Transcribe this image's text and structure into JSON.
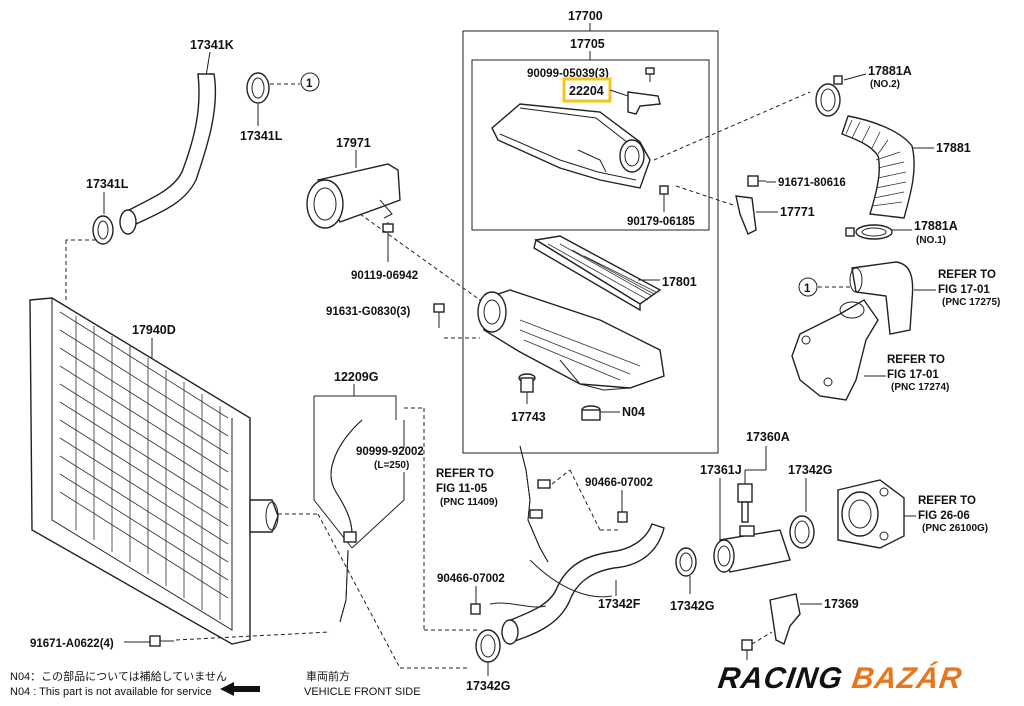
{
  "labels": {
    "p17700": "17700",
    "p17705": "17705",
    "p90099a": "90099-05039(3)",
    "p22204": "22204",
    "p17881A_1": "17881A",
    "no2": "(NO.2)",
    "p17881": "17881",
    "p91671_80616": "91671-80616",
    "p17771": "17771",
    "p90179": "90179-06185",
    "p17881A_2": "17881A",
    "no1": "(NO.1)",
    "p17801": "17801",
    "p17743": "17743",
    "n04": "N04",
    "p17341K": "17341K",
    "p17341L_1": "17341L",
    "p17341L_2": "17341L",
    "p17971": "17971",
    "p90119": "90119-06942",
    "p91631": "91631-G0830(3)",
    "p17940D": "17940D",
    "p12209G": "12209G",
    "p90999_92002": "90999-92002",
    "l250": "(L=250)",
    "p90466_1": "90466-07002",
    "p90466_2": "90466-07002",
    "p17342F": "17342F",
    "p17342G_1": "17342G",
    "p17342G_2": "17342G",
    "p17342G_3": "17342G",
    "p17360A": "17360A",
    "p17361J": "17361J",
    "p17369": "17369",
    "p91671_A0622": "91671-A0622(4)",
    "circle1": "1"
  },
  "refs": {
    "r1_line1": "REFER TO",
    "r1_line2": "FIG 17-01",
    "r1_line3": "(PNC 17275)",
    "r2_line1": "REFER TO",
    "r2_line2": "FIG 17-01",
    "r2_line3": "(PNC 17274)",
    "r3_line1": "REFER TO",
    "r3_line2": "FIG 11-05",
    "r3_line3": "(PNC 11409)",
    "r4_line1": "REFER TO",
    "r4_line2": "FIG 26-06",
    "r4_line3": "(PNC 26100G)"
  },
  "footnote": {
    "line_jp": "N04：この部品については補給していません",
    "line_en": "N04 : This part is not available for service"
  },
  "front": {
    "jp": "車両前方",
    "en": "VEHICLE FRONT SIDE"
  },
  "logo": {
    "word1": "RACING",
    "word2": "BAZÁR",
    "color1": "#111111",
    "color2": "#e8761d"
  },
  "highlight": {
    "part": "22204",
    "color": "#f5c518"
  }
}
